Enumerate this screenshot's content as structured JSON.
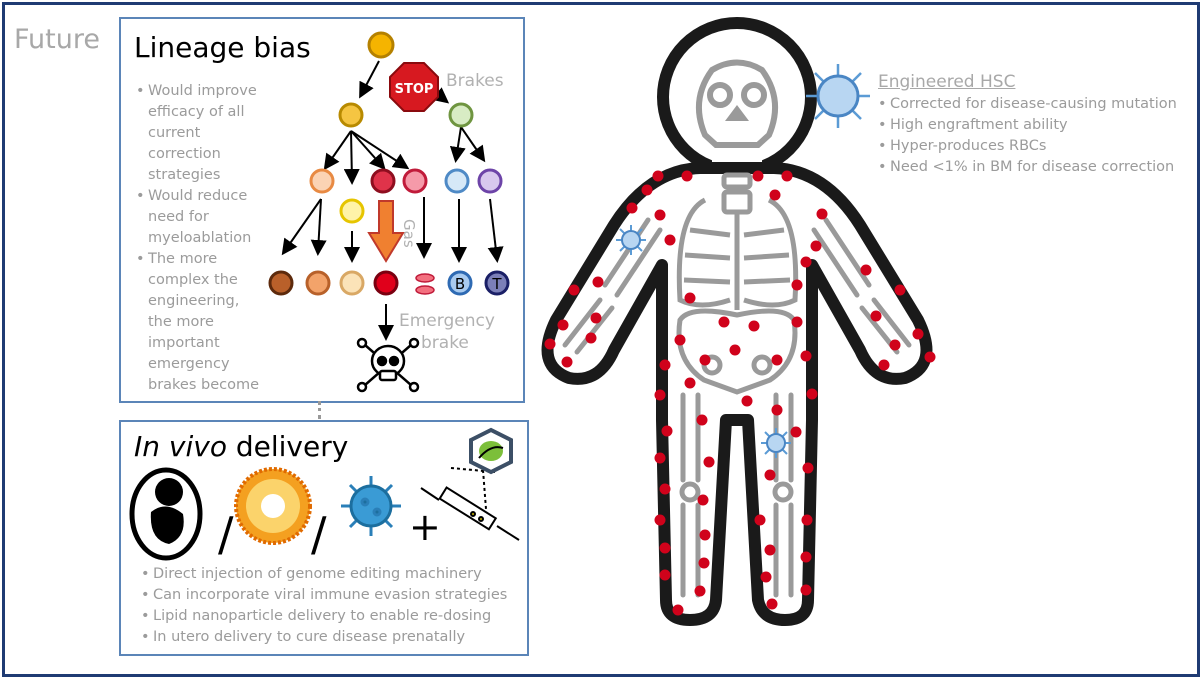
{
  "slide_label": "Future",
  "lineage": {
    "title": "Lineage bias",
    "bullets": [
      "Would improve efficacy of all current correction strategies",
      "Would reduce need for myeloablation",
      "The more complex the engineering, the more important emergency brakes become"
    ],
    "labels": {
      "stop": "STOP",
      "brakes": "Brakes",
      "gas": "Gas",
      "emergency": "Emergency",
      "brake": "brake",
      "b_cell": "B",
      "t_cell": "T"
    }
  },
  "invivo": {
    "title_italic": "In vivo",
    "title_rest": " delivery",
    "separators": [
      "/",
      "/",
      "+"
    ],
    "bullets": [
      "Direct injection of genome editing machinery",
      "Can incorporate viral immune evasion strategies",
      "Lipid nanoparticle delivery to enable re-dosing",
      "In utero delivery to cure disease prenatally"
    ]
  },
  "hsc": {
    "title": "Engineered HSC",
    "bullets": [
      "Corrected for disease-causing mutation",
      "High engraftment ability",
      "Hyper-produces RBCs",
      "Need <1% in BM for disease correction"
    ]
  },
  "colors": {
    "frame": "#1f3b73",
    "box_border": "#5b85b8",
    "rbc": "#d0021b",
    "hsc": "#5b9bd5",
    "gray_text": "#9b9b9b"
  }
}
